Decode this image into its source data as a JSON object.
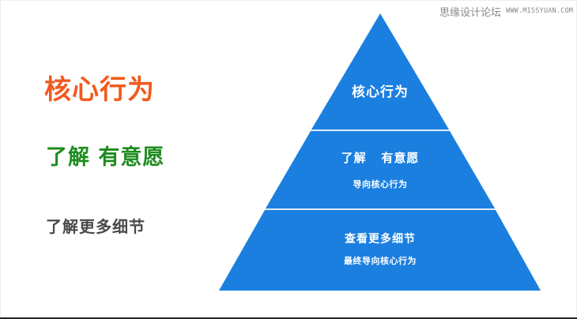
{
  "watermark": {
    "site_name": "思缘设计论坛",
    "url": "WWW.MISSYUAN.COM"
  },
  "left_labels": [
    {
      "text": "核心行为",
      "color": "#f15a1e"
    },
    {
      "text": "了解 有意愿",
      "color": "#1e8c1e"
    },
    {
      "text": "了解更多细节",
      "color": "#4a4a4a"
    }
  ],
  "pyramid": {
    "fill_color": "#1b7fe0",
    "divider_color": "#cfe6fb",
    "tiers": [
      {
        "title": "核心行为",
        "subtitle": ""
      },
      {
        "title": "了解   有意愿",
        "subtitle": "导向核心行为"
      },
      {
        "title": "查看更多细节",
        "subtitle": "最终导向核心行为"
      }
    ]
  }
}
